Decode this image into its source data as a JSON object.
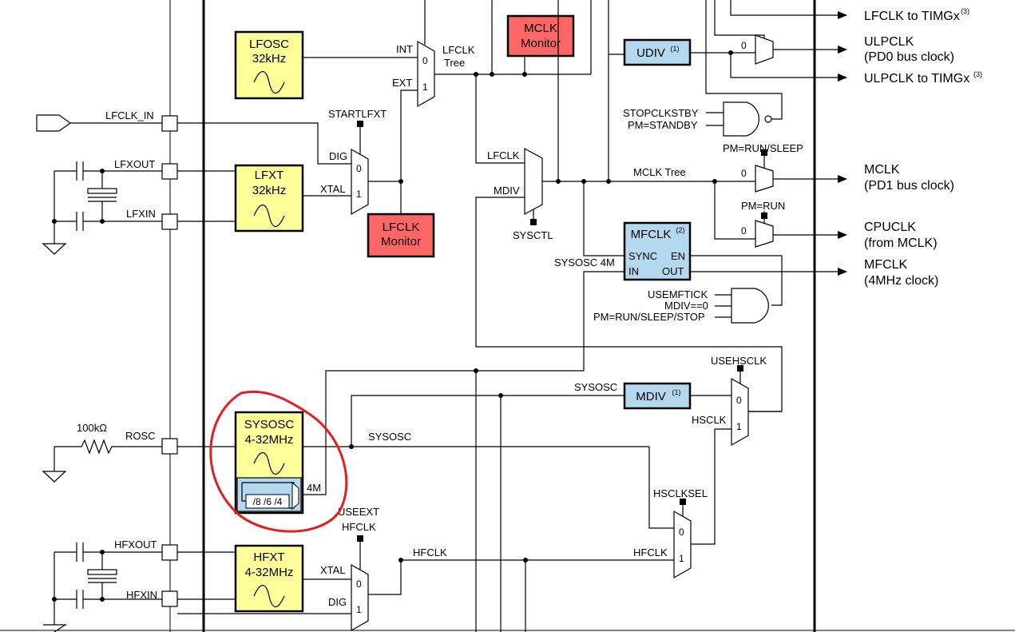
{
  "colors": {
    "oscillator_fill": "#ffff99",
    "monitor_fill": "#ff6666",
    "divider_fill": "#b4d8f0",
    "annotation_circle": "#e02020"
  },
  "blocks": {
    "lfosc": {
      "name": "LFOSC",
      "freq": "32kHz"
    },
    "lfxt": {
      "name": "LFXT",
      "freq": "32kHz"
    },
    "sysosc": {
      "name": "SYSOSC",
      "freq": "4-32MHz",
      "divider": "/8 /6 /4"
    },
    "hfxt": {
      "name": "HFXT",
      "freq": "4-32MHz"
    },
    "mclk_monitor": {
      "line1": "MCLK",
      "line2": "Monitor"
    },
    "lfclk_monitor": {
      "line1": "LFCLK",
      "line2": "Monitor"
    },
    "udiv": {
      "name": "UDIV",
      "note": "(1)"
    },
    "mdiv": {
      "name": "MDIV",
      "note": "(1)"
    },
    "mfclk": {
      "name": "MFCLK",
      "note": "(2)",
      "sync": "SYNC",
      "en": "EN",
      "in": "IN",
      "out": "OUT"
    }
  },
  "pins": {
    "lfclk_in": "LFCLK_IN",
    "lfxout": "LFXOUT",
    "lfxin": "LFXIN",
    "rosc": "ROSC",
    "resistor": "100kΩ",
    "hfxout": "HFXOUT",
    "hfxin": "HFXIN"
  },
  "signals": {
    "int": "INT",
    "ext": "EXT",
    "lfclk_tree_1": "LFCLK",
    "lfclk_tree_2": "Tree",
    "startlfxt": "STARTLFXT",
    "dig": "DIG",
    "xtal": "XTAL",
    "lfclk": "LFCLK",
    "mdiv": "MDIV",
    "sysctl": "SYSCTL",
    "mclk_tree": "MCLK Tree",
    "stopclkstby": "STOPCLKSTBY",
    "pm_standby": "PM=STANDBY",
    "pm_run_sleep": "PM=RUN/SLEEP",
    "pm_run": "PM=RUN",
    "sysosc_4m": "SYSOSC 4M",
    "usemftick": "USEMFTICK",
    "mdiv_eq0": "MDIV==0",
    "pm_run_sleep_stop": "PM=RUN/SLEEP/STOP",
    "sysosc": "SYSOSC",
    "sysosc_line": "SYSOSC",
    "usehsclk": "USEHSCLK",
    "hsclk": "HSCLK",
    "hsclksel": "HSCLKSEL",
    "hfclk": "HFCLK",
    "hfclk_in": "HFCLK",
    "useext_1": "USEEXT",
    "useext_2": "HFCLK",
    "four_m": "4M",
    "zero": "0",
    "one": "1"
  },
  "outputs": {
    "lfclk_timgx": "LFCLK to TIMGx",
    "lfclk_timgx_note": "(3)",
    "ulpclk_1": "ULPCLK",
    "ulpclk_2": "(PD0 bus clock)",
    "ulpclk_timgx": "ULPCLK to TIMGx",
    "ulpclk_timgx_note": "(3)",
    "mclk_1": "MCLK",
    "mclk_2": "(PD1 bus clock)",
    "cpuclk_1": "CPUCLK",
    "cpuclk_2": "(from MCLK)",
    "mfclk_1": "MFCLK",
    "mfclk_2": "(4MHz clock)"
  }
}
